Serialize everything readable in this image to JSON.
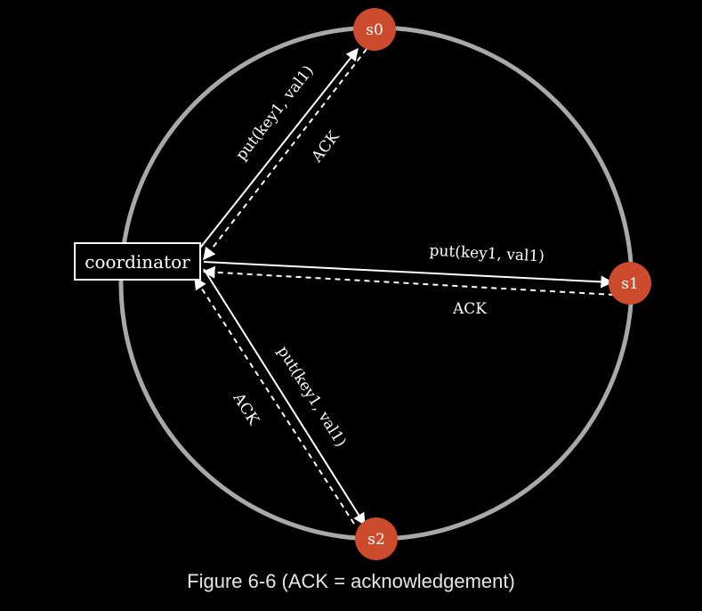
{
  "colors": {
    "background": "#000000",
    "ring": "#a9a9a9",
    "server_node": "#cc4b2c",
    "arrow": "#ffffff",
    "caption": "#e6e6e6"
  },
  "coordinator": {
    "label": "coordinator"
  },
  "servers": [
    {
      "id": "s0",
      "label": "s0"
    },
    {
      "id": "s1",
      "label": "s1"
    },
    {
      "id": "s2",
      "label": "s2"
    }
  ],
  "edges": {
    "s0": {
      "request": "put(key1, val1)",
      "ack": "ACK"
    },
    "s1": {
      "request": "put(key1, val1)",
      "ack": "ACK"
    },
    "s2": {
      "request": "put(key1, val1)",
      "ack": "ACK"
    }
  },
  "caption": "Figure 6-6 (ACK = acknowledgement)"
}
